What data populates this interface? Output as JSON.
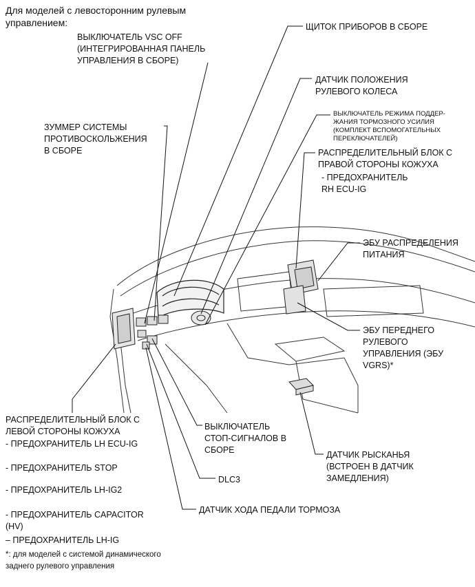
{
  "header": {
    "line1": "Для моделей с левосторонним рулевым",
    "line2": "управлением:"
  },
  "labels": {
    "vsc_off": [
      "ВЫКЛЮЧАТЕЛЬ VSC OFF",
      "(ИНТЕГРИРОВАННАЯ ПАНЕЛЬ",
      "УПРАВЛЕНИЯ В СБОРЕ)"
    ],
    "combination_meter": [
      "ЩИТОК ПРИБОРОВ В СБОРЕ"
    ],
    "steering_sensor": [
      "ДАТЧИК ПОЛОЖЕНИЯ",
      "РУЛЕВОГО КОЛЕСА"
    ],
    "brake_hold_switch": [
      "ВЫКЛЮЧАТЕЛЬ РЕЖИМА ПОДДЕР-",
      "ЖАНИЯ ТОРМОЗНОГО УСИЛИЯ",
      "(КОМПЛЕКТ ВСПОМОГАТЕЛЬНЫХ",
      "ПЕРЕКЛЮЧАТЕЛЕЙ)"
    ],
    "skid_buzzer": [
      "ЗУММЕР СИСТЕМЫ",
      "ПРОТИВОСКОЛЬЖЕНИЯ",
      "В СБОРЕ"
    ],
    "rh_junction": [
      "РАСПРЕДЕЛИТЕЛЬНЫЙ БЛОК С",
      "ПРАВОЙ СТОРОНЫ КОЖУХА"
    ],
    "rh_fuses": [
      "- ПРЕДОХРАНИТЕЛЬ",
      "RH ECU-IG"
    ],
    "power_ecu": [
      "ЭБУ РАСПРЕДЕЛЕНИЯ",
      "ПИТАНИЯ"
    ],
    "vgrs_ecu": [
      "ЭБУ ПЕРЕДНЕГО",
      "РУЛЕВОГО",
      "УПРАВЛЕНИЯ (ЭБУ",
      "VGRS)*"
    ],
    "lh_junction": [
      "РАСПРЕДЕЛИТЕЛЬНЫЙ БЛОК С",
      "ЛЕВОЙ СТОРОНЫ КОЖУХА"
    ],
    "lh_fuses": [
      "- ПРЕДОХРАНИТЕЛЬ LH ECU-IG",
      "- ПРЕДОХРАНИТЕЛЬ STOP",
      "- ПРЕДОХРАНИТЕЛЬ LH-IG2",
      "- ПРЕДОХРАНИТЕЛЬ CAPACITOR",
      "(HV)",
      "– ПРЕДОХРАНИТЕЛЬ LH-IG"
    ],
    "stop_lamp_switch": [
      "ВЫКЛЮЧАТЕЛЬ",
      "СТОП-СИГНАЛОВ В",
      "СБОРЕ"
    ],
    "yaw_sensor": [
      "ДАТЧИК РЫСКАНЬЯ",
      "(ВСТРОЕН В ДАТЧИК",
      "ЗАМЕДЛЕНИЯ)"
    ],
    "dlc3": [
      "DLC3"
    ],
    "pedal_sensor": [
      "ДАТЧИК ХОДА ПЕДАЛИ ТОРМОЗА"
    ]
  },
  "footnote": {
    "line1": "*: для моделей с системой динамического",
    "line2": "заднего рулевого управления"
  }
}
